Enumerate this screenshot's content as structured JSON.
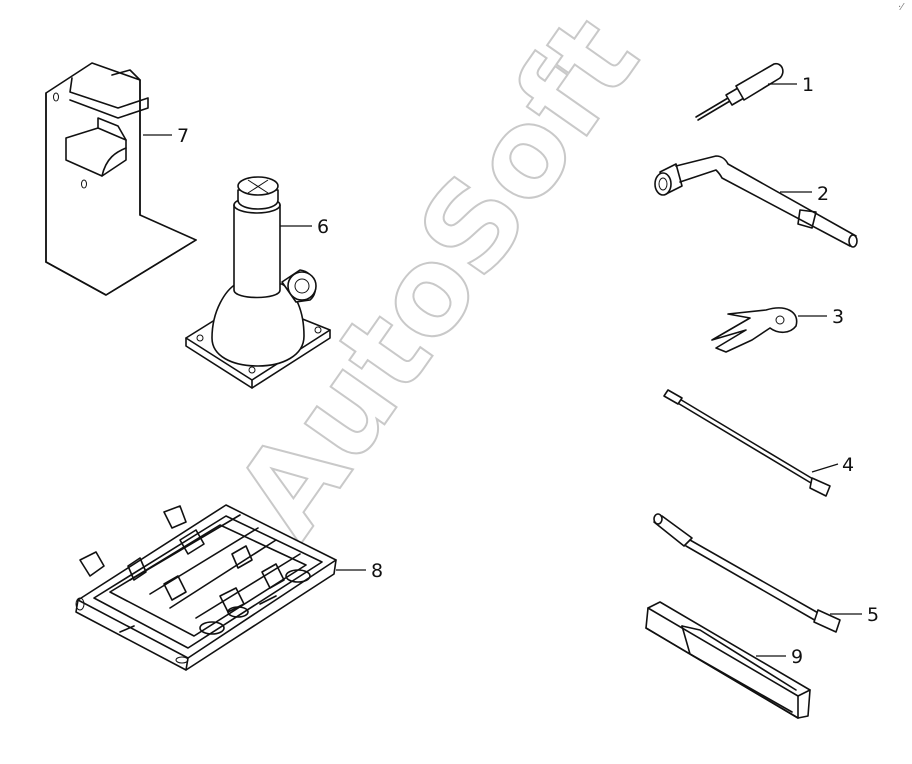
{
  "watermark": "AutoSoft",
  "corner_mark": "·⁄",
  "callouts": {
    "c1": "1",
    "c2": "2",
    "c3": "3",
    "c4": "4",
    "c5": "5",
    "c6": "6",
    "c7": "7",
    "c8": "8",
    "c9": "9"
  }
}
